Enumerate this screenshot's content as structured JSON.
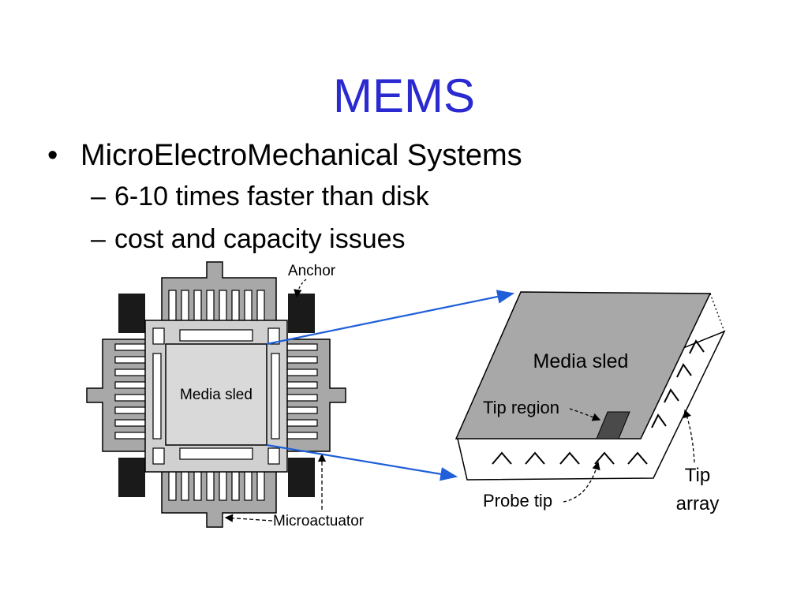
{
  "slide": {
    "title": "MEMS",
    "bullet": "MicroElectroMechanical Systems",
    "subbullets": [
      "6-10 times faster than disk",
      "cost and capacity issues"
    ],
    "bullet_mark": "•",
    "sub_mark": "–"
  },
  "diagram_left": {
    "anchor_label": "Anchor",
    "media_sled_label": "Media sled",
    "microactuator_label": "Microactuator"
  },
  "diagram_right": {
    "media_sled_label": "Media sled",
    "tip_region_label": "Tip region",
    "probe_tip_label": "Probe tip",
    "tip_array_label_1": "Tip",
    "tip_array_label_2": "array"
  },
  "colors": {
    "title": "#2a2ad0",
    "arrow": "#1f5fd8",
    "dark": "#1a1a1a",
    "gray": "#a8a8a8",
    "light": "#d0d0d0"
  }
}
